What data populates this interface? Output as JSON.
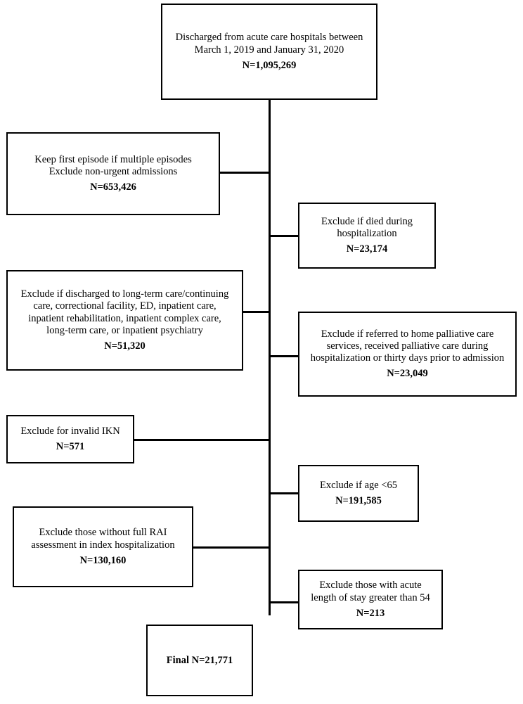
{
  "diagram": {
    "title": "Study cohort selection flow diagram",
    "line_color": "#000000",
    "box_border_color": "#000000",
    "background_color": "#ffffff"
  },
  "nodes": {
    "source": {
      "label": "Discharged from acute care hospitals between\nMarch 1, 2019 and January 31, 2020",
      "count": "N=1,095,269"
    },
    "first_episode": {
      "label": "Keep first episode if multiple episodes\nExclude non-urgent admissions",
      "count": "N=653,426"
    },
    "died": {
      "label": "Exclude if died during\nhospitalization",
      "count": "N=23,174"
    },
    "discharge_destination": {
      "label": "Exclude if discharged to long-term care/continuing\ncare, correctional facility, ED, inpatient care,\ninpatient rehabilitation, inpatient complex care,\nlong-term care, or inpatient psychiatry",
      "count": "N=51,320"
    },
    "palliative": {
      "label": "Exclude if referred to home palliative care\nservices, received palliative care during\nhospitalization or thirty days prior to admission",
      "count": "N=23,049"
    },
    "invalid_ikn": {
      "label": "Exclude for invalid IKN",
      "count": "N=571"
    },
    "age": {
      "label": "Exclude if age <65",
      "count": "N=191,585"
    },
    "no_rai": {
      "label": "Exclude those without full RAI\nassessment in index hospitalization",
      "count": "N=130,160"
    },
    "long_stay": {
      "label": "Exclude those with acute\nlength of stay greater than 54",
      "count": "N=213"
    },
    "final": {
      "count": "Final N=21,771"
    }
  }
}
